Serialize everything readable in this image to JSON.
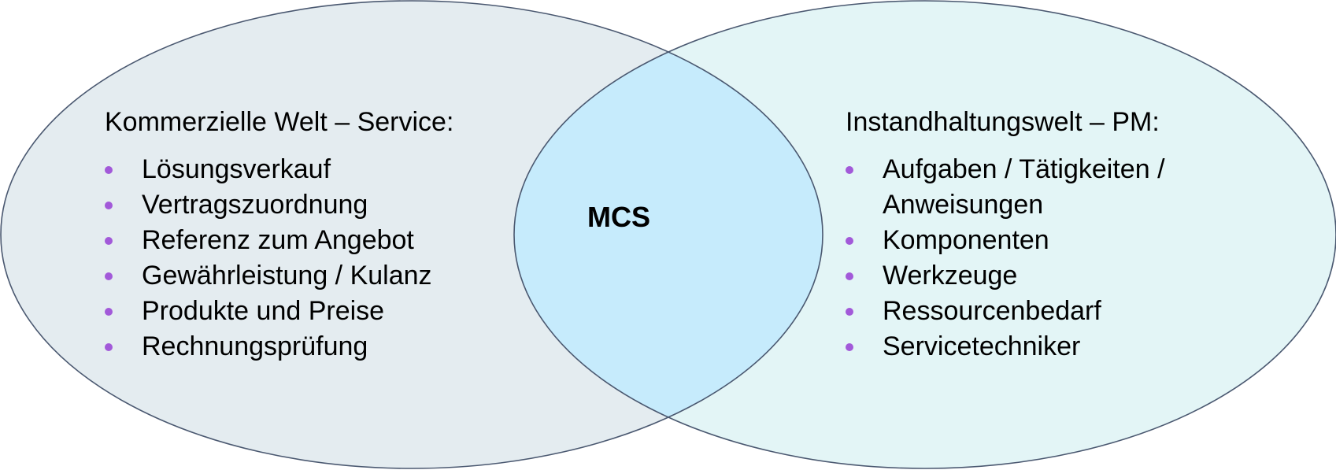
{
  "colors": {
    "left_fill": "#e4ecf0",
    "right_fill": "#e3f5f6",
    "overlap_fill": "#c6ebfc",
    "stroke": "#4a5870",
    "bullet": "#a259d9"
  },
  "left_set": {
    "heading": "Kommerzielle Welt – Service:",
    "items": [
      "Lösungsverkauf",
      "Vertragszuordnung",
      "Referenz zum Angebot",
      "Gewährleistung / Kulanz",
      "Produkte und Preise",
      "Rechnungsprüfung"
    ]
  },
  "right_set": {
    "heading": "Instandhaltungswelt – PM:",
    "items": [
      "Aufgaben / Tätigkeiten /",
      "Anweisungen",
      "Komponenten",
      "Werkzeuge",
      "Ressourcenbedarf",
      "Servicetechniker"
    ],
    "continuation_line_index": 1
  },
  "intersection": {
    "label": "MCS"
  }
}
